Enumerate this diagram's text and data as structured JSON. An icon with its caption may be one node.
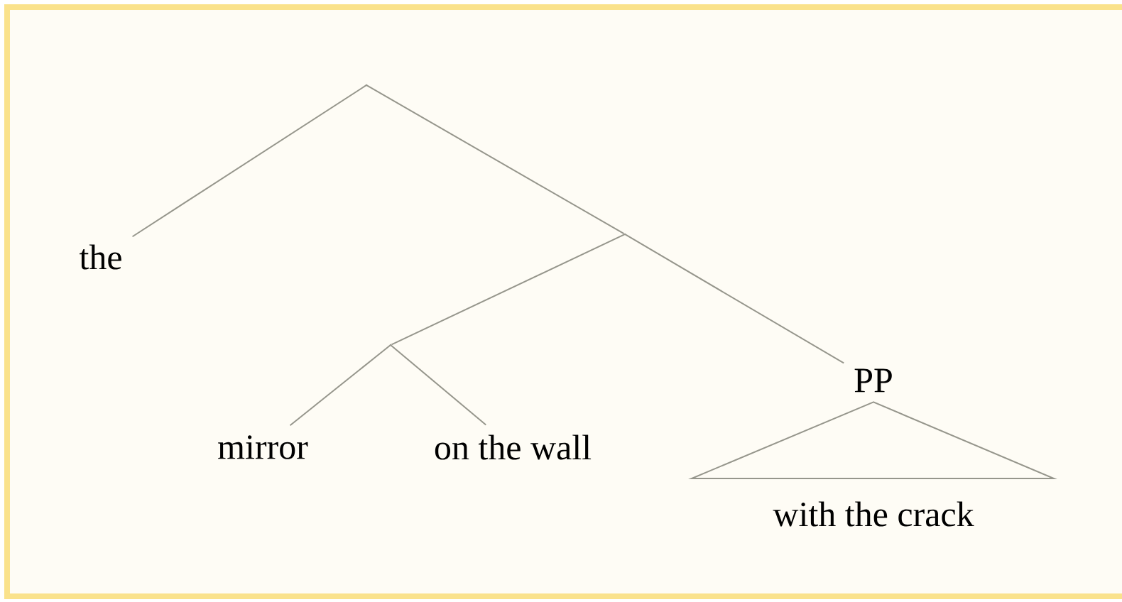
{
  "diagram": {
    "nodes": [
      {
        "text": [],
        "shape": "point"
      },
      {
        "text": [
          "the"
        ]
      },
      {
        "text": [],
        "shape": "point"
      },
      {
        "text": [],
        "shape": "point"
      },
      {
        "text": [
          "mirror"
        ]
      },
      {
        "text": [
          "on the wall"
        ]
      },
      {
        "text": [
          "PP"
        ]
      },
      {
        "text": [
          "with the crack"
        ]
      }
    ],
    "edges": [
      {
        "from": 0,
        "to": 1,
        "arrow": "none"
      },
      {
        "from": 0,
        "to": 2,
        "arrow": "none"
      },
      {
        "from": 2,
        "to": 6,
        "arrow": "none"
      },
      {
        "from": 2,
        "to": 3,
        "arrow": "none"
      },
      {
        "from": 3,
        "to": 4,
        "arrow": "none"
      },
      {
        "from": 3,
        "to": 5,
        "arrow": "none"
      },
      {
        "from": 6,
        "to": 7,
        "arrow": "none"
      }
    ]
  }
}
